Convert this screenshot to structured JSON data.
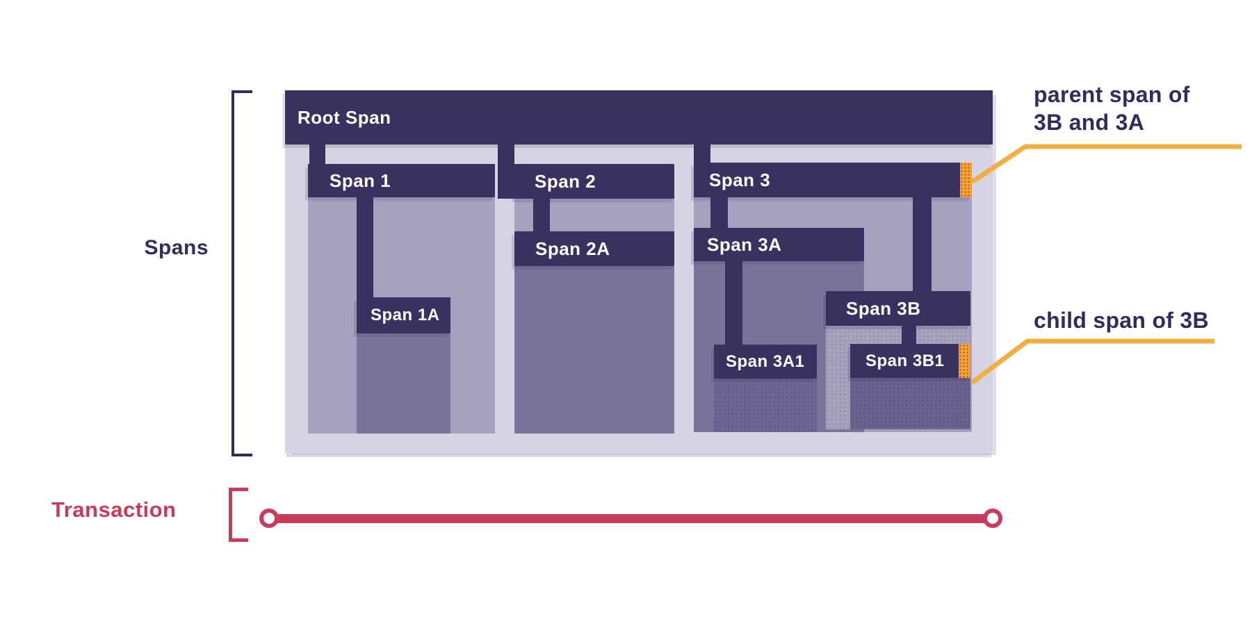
{
  "colors": {
    "navy": "#3a3160",
    "text-navy": "#332b5e",
    "lavender": "#d6d3e2",
    "grey-fill": "#a6a1bc",
    "dark-fill": "#7b7399",
    "darker-fill": "#6d6694",
    "blue-fill": "#6a6390",
    "orange": "#f3a52d",
    "orange-dot": "#c2583b",
    "yellow": "#efb041",
    "red": "#c93a5b",
    "white": "#ffffff"
  },
  "side_labels": {
    "spans": "Spans",
    "transaction": "Transaction"
  },
  "trace": {
    "root": {
      "label": "Root Span",
      "children": [
        {
          "id": "span1",
          "label": "Span 1",
          "children": [
            {
              "id": "span1a",
              "label": "Span 1A"
            }
          ]
        },
        {
          "id": "span2",
          "label": "Span 2",
          "children": [
            {
              "id": "span2a",
              "label": "Span 2A"
            }
          ]
        },
        {
          "id": "span3",
          "label": "Span 3",
          "children": [
            {
              "id": "span3a",
              "label": "Span 3A",
              "children": [
                {
                  "id": "span3a1",
                  "label": "Span 3A1"
                }
              ]
            },
            {
              "id": "span3b",
              "label": "Span 3B",
              "children": [
                {
                  "id": "span3b1",
                  "label": "Span 3B1"
                }
              ]
            }
          ]
        }
      ]
    }
  },
  "annotations": {
    "parent": {
      "line1": "parent span of",
      "line2": "3B and 3A"
    },
    "child": {
      "text": "child span of 3B"
    }
  }
}
